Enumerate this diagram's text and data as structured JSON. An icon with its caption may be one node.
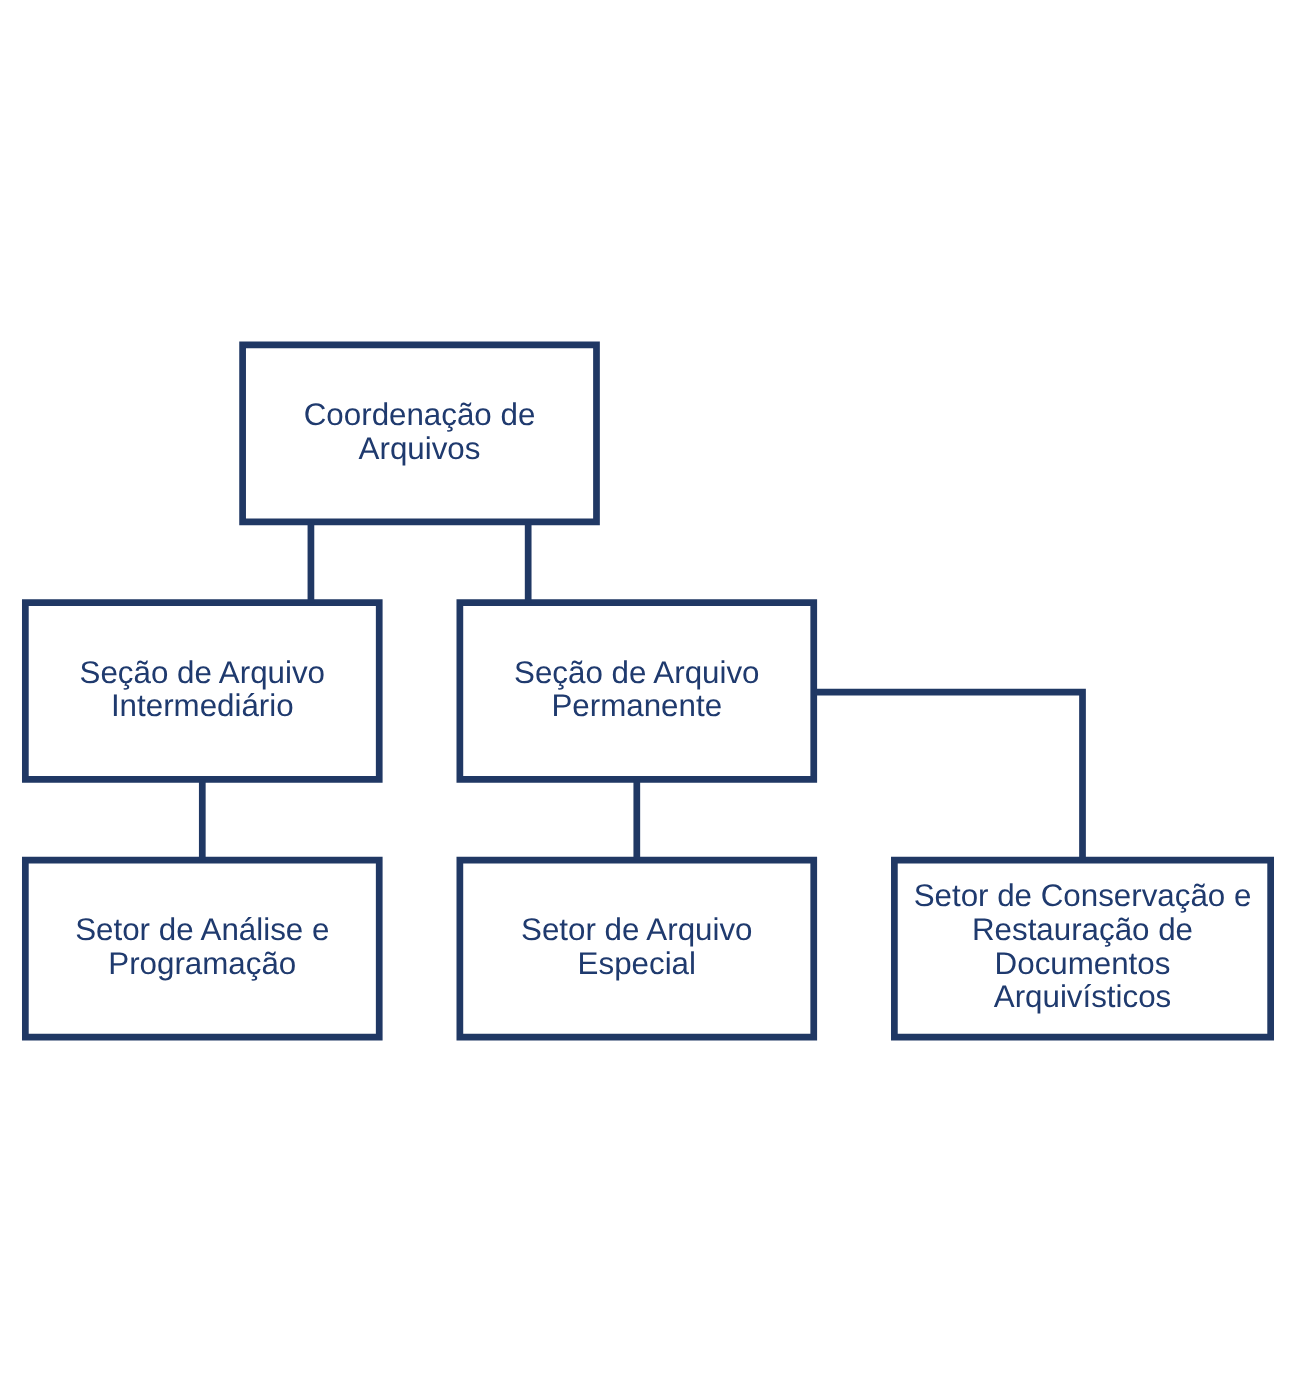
{
  "diagram": {
    "nodes": [
      {
        "text": [
          "Coordenação de Arquivos"
        ]
      },
      {
        "text": [
          "Seção de Arquivo Intermediário"
        ]
      },
      {
        "text": [
          "Seção de Arquivo Permanente"
        ]
      },
      {
        "text": [
          "Setor de Análise e Programação"
        ]
      },
      {
        "text": [
          "Setor de Arquivo Especial"
        ]
      },
      {
        "text": [
          "Setor de Conservação e Restauração de Documentos Arquivísticos"
        ]
      }
    ],
    "edges": [
      {
        "from": 0,
        "to": 1,
        "arrow": "none"
      },
      {
        "from": 0,
        "to": 2,
        "arrow": "none"
      },
      {
        "from": 1,
        "to": 3,
        "arrow": "none"
      },
      {
        "from": 2,
        "to": 4,
        "arrow": "none"
      },
      {
        "from": 2,
        "to": 5,
        "arrow": "none"
      }
    ]
  }
}
